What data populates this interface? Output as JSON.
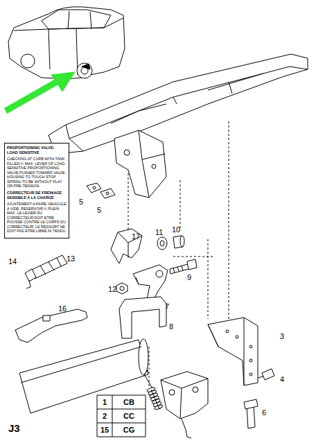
{
  "diagram": {
    "nodes": [
      {
        "text": [
          "PROPORTIONING VALVE- LOAD SENSITIVE",
          "CHECKING AT CURB WITH TANK FILLED ¼ MAX. LEVER OF LOAD SENSITIVE PROPORTIONING VALVE PUSHED TOWARD VALVE HOUSING TO TOUCH STOP. SPRING TO BE WITHOUT PLAY OR PRE-TENSION.",
          "CORRECTEUR DE FREINAGE SENSIBLE A LA CHARGE",
          "AJUSTEMENT A FAIRE VEHICULE A VIDE, RESERVOIR ¼ PLEIN MAX. LE LEVIER DU CORRECTEUR DOIT ETRE POUSSE CONTRE LE CORPS DU CORRECTEUR. LE RESSORT NE DOIT PAS ETRE LIBRE NI TENDU."
        ]
      }
    ],
    "labels": [
      "5",
      "5",
      "17",
      "11",
      "10",
      "9",
      "12",
      "7",
      "8",
      "14",
      "13",
      "16",
      "3",
      "4",
      "6",
      "1",
      "2",
      "15",
      "CB",
      "CC",
      "CG",
      "J3"
    ]
  }
}
